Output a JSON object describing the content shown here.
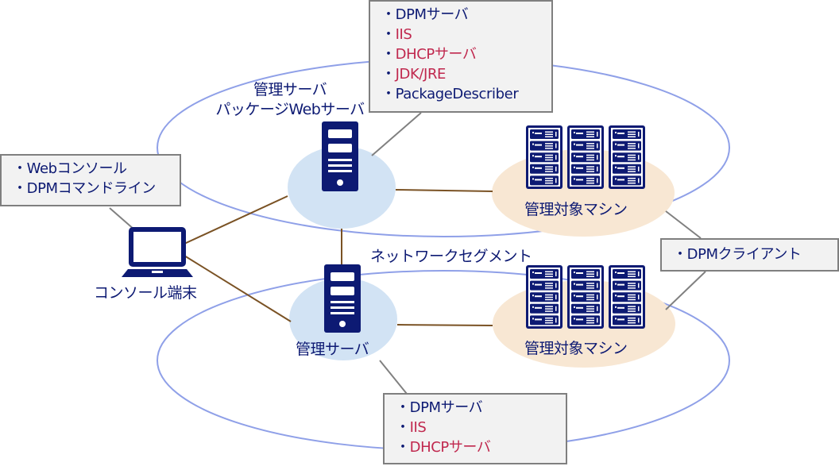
{
  "colors": {
    "navy": "#0d1a73",
    "accent_red": "#c0284e",
    "segment_ellipse": "#8fa0e8",
    "server_bubble": "#d2e3f4",
    "machine_bubble": "#f8e7d3",
    "network_line": "#7a5224",
    "callout_line": "#808080",
    "callout_fill": "#f2f2f2"
  },
  "labels": {
    "top_server": "管理サーバ\nパッケージWebサーバ",
    "top_server_line1": "管理サーバ",
    "top_server_line2": "パッケージWebサーバ",
    "bottom_server": "管理サーバ",
    "managed_top": "管理対象マシン",
    "managed_bottom": "管理対象マシン",
    "console": "コンソール端末",
    "network_segment": "ネットワークセグメント"
  },
  "callouts": {
    "top_server": [
      {
        "text": "DPMサーバ",
        "color": "navy"
      },
      {
        "text": "IIS",
        "color": "red"
      },
      {
        "text": "DHCPサーバ",
        "color": "red"
      },
      {
        "text": "JDK/JRE",
        "color": "red"
      },
      {
        "text": "PackageDescriber",
        "color": "navy"
      }
    ],
    "console": [
      {
        "text": "Webコンソール",
        "color": "navy"
      },
      {
        "text": "DPMコマンドライン",
        "color": "navy"
      }
    ],
    "client": [
      {
        "text": "DPMクライアント",
        "color": "navy"
      }
    ],
    "bottom_server": [
      {
        "text": "DPMサーバ",
        "color": "navy"
      },
      {
        "text": "IIS",
        "color": "red"
      },
      {
        "text": "DHCPサーバ",
        "color": "red"
      }
    ]
  },
  "icons": {
    "server": "tower-server-icon",
    "rack": "server-rack-icon",
    "laptop": "laptop-icon"
  }
}
